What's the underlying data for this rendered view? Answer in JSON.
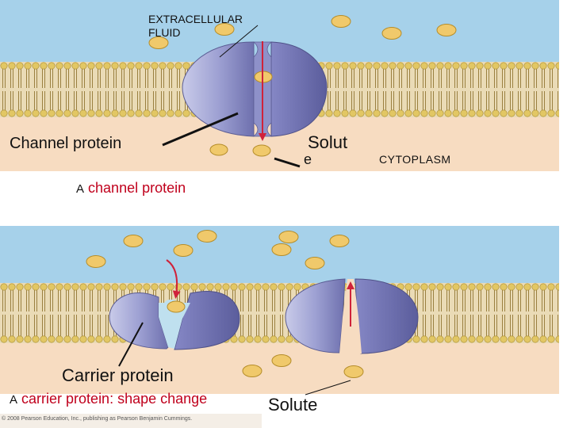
{
  "panel_a": {
    "extracellular_line1": "EXTRACELLULAR",
    "extracellular_line2": "FLUID",
    "channel_label": "Channel protein",
    "solute_line1": "Solut",
    "solute_line2": "e",
    "cytoplasm_label": "CYTOPLASM",
    "caption_prefix": "A",
    "caption_text": "channel protein"
  },
  "panel_b": {
    "carrier_label": "Carrier protein",
    "caption_prefix": "A",
    "caption_text": "carrier protein:  shape change",
    "solute_label": "Solute",
    "copyright": "© 2008 Pearson Education, Inc., publishing as Pearson Benjamin Cummings."
  },
  "colors": {
    "fluid": "#a6d1ea",
    "cytoplasm": "#f7dcc1",
    "lipid_head": "#e2cc6a",
    "protein": "#a7a9d8",
    "solute": "#f0c96b",
    "arrow": "#d0223a"
  }
}
